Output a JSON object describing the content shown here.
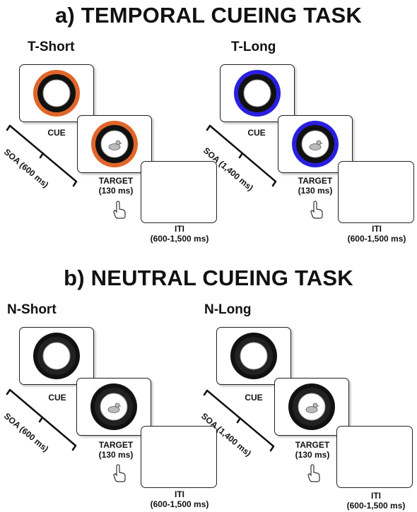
{
  "panels": {
    "a": {
      "title": "a) TEMPORAL CUEING TASK",
      "conditions": [
        {
          "label": "T-Short",
          "soa": "SOA (600 ms)",
          "cue_color": "#e0662a"
        },
        {
          "label": "T-Long",
          "soa": "SOA (1,400 ms)",
          "cue_color": "#2a1fe0"
        }
      ]
    },
    "b": {
      "title": "b) NEUTRAL CUEING TASK",
      "conditions": [
        {
          "label": "N-Short",
          "soa": "SOA (600 ms)",
          "cue_color": "#111111"
        },
        {
          "label": "N-Long",
          "soa": "SOA (1,400 ms)",
          "cue_color": "#111111"
        }
      ]
    }
  },
  "labels": {
    "cue": "CUE",
    "target": "TARGET",
    "target_duration": "(130 ms)",
    "iti": "ITI",
    "iti_duration": "(600-1,500 ms)"
  },
  "icons": {
    "target_image": "duck-icon",
    "response": "hand-pointer-icon"
  }
}
